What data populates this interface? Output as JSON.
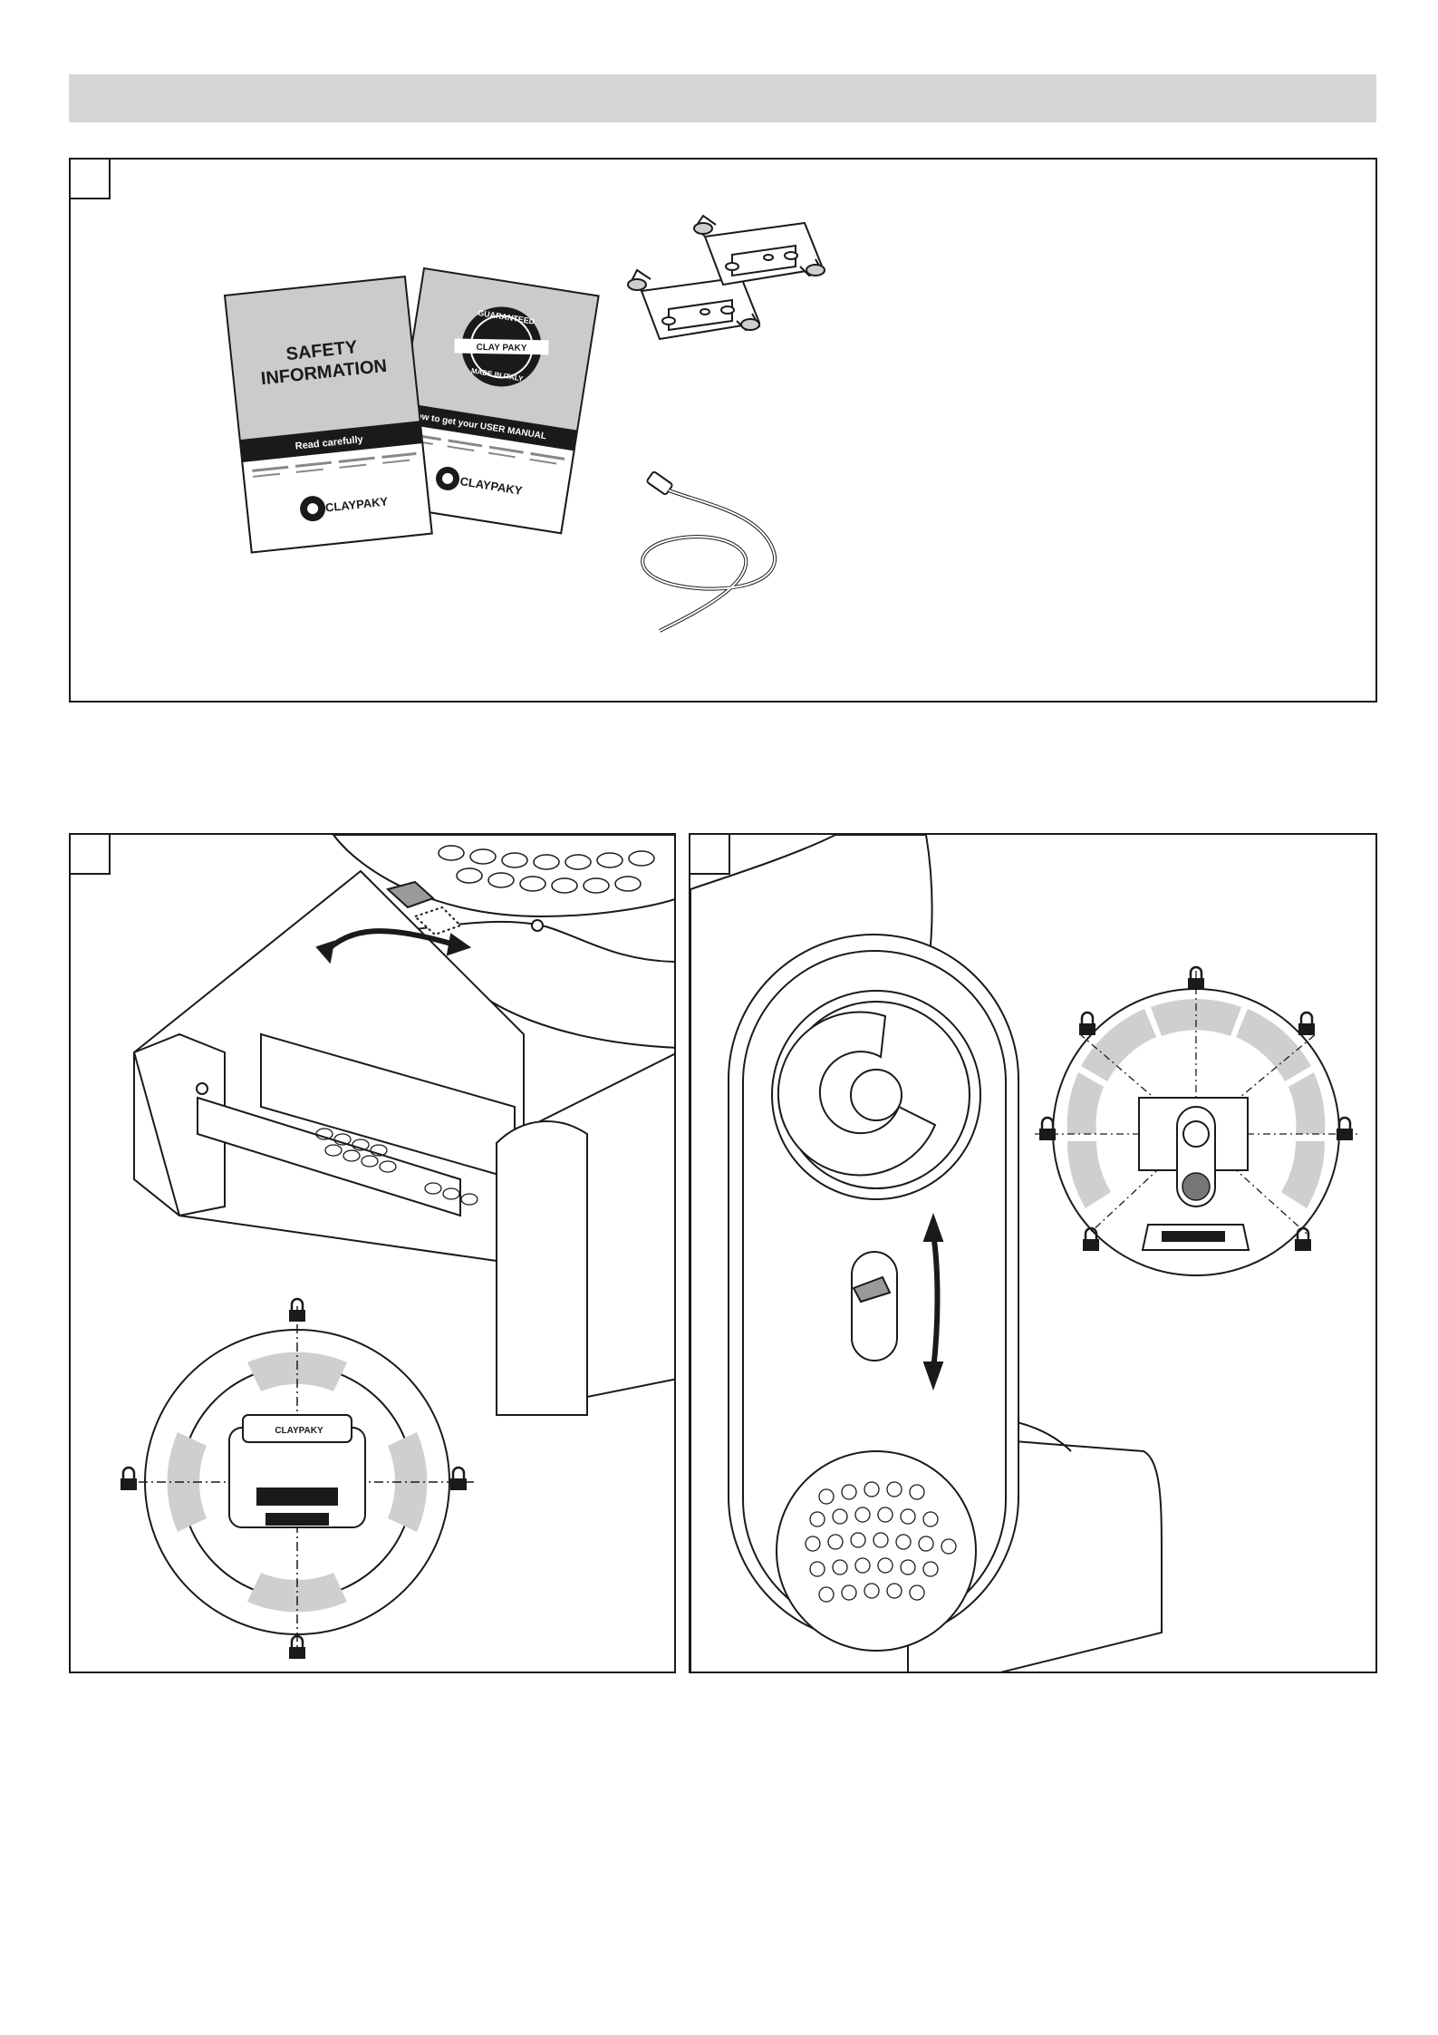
{
  "colors": {
    "header_bar": "#d6d6d6",
    "panel_border": "#1a1a1a",
    "zone_fill": "#cfcfcf",
    "booklet_fill": "#c8c8c8"
  },
  "kit": {
    "safety_booklet": {
      "title_line1": "SAFETY",
      "title_line2": "INFORMATION",
      "band_text": "Read carefully",
      "brand": "CLAYPAKY"
    },
    "manual_booklet": {
      "seal_top": "GUARANTEED",
      "seal_brand": "CLAY PAKY",
      "seal_bottom": "MADE IN ITALY",
      "band_text": "How to get your USER MANUAL",
      "brand": "CLAYPAKY"
    }
  },
  "figures": {
    "pan_lock_diagram": {
      "badge_brand": "CLAYPAKY",
      "lock_icons": 4
    },
    "tilt_lock_diagram": {
      "lock_icons": 7
    }
  }
}
